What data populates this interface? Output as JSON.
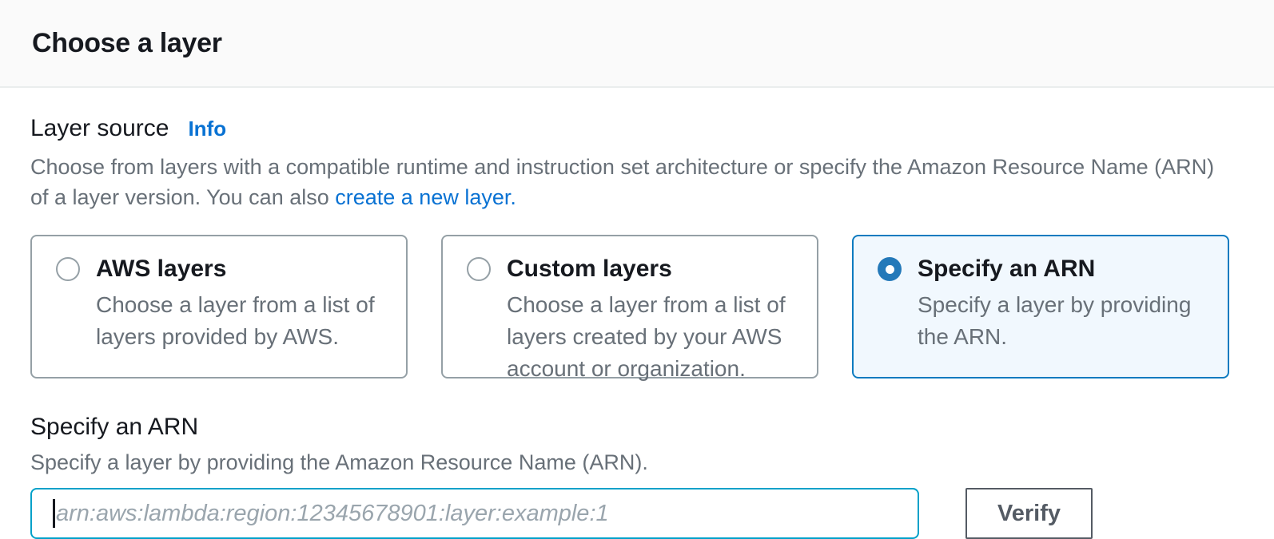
{
  "panel": {
    "title": "Choose a layer"
  },
  "layer_source": {
    "label": "Layer source",
    "info_link": "Info",
    "description_before_link": "Choose from layers with a compatible runtime and instruction set architecture or specify the Amazon Resource Name (ARN) of a layer version. You can also ",
    "link_text": "create a new layer.",
    "options": [
      {
        "title": "AWS layers",
        "description": "Choose a layer from a list of layers provided by AWS.",
        "selected": false
      },
      {
        "title": "Custom layers",
        "description": "Choose a layer from a list of layers created by your AWS account or organization.",
        "selected": false
      },
      {
        "title": "Specify an ARN",
        "description": "Specify a layer by providing the ARN.",
        "selected": true
      }
    ]
  },
  "arn_section": {
    "title": "Specify an ARN",
    "description": "Specify a layer by providing the Amazon Resource Name (ARN).",
    "input_value": "",
    "input_placeholder": "arn:aws:lambda:region:12345678901:layer:example:1",
    "verify_button": "Verify"
  },
  "colors": {
    "link_blue": "#0972d3",
    "radio_selected_blue": "#2479b9",
    "selected_card_border": "#0c7bc0",
    "selected_card_bg": "#f1f8fe",
    "focus_input_border": "#00a1c9",
    "text_dark": "#16191f",
    "text_gray": "#687078",
    "header_bg": "#fafafa",
    "divider": "#eaeded"
  }
}
